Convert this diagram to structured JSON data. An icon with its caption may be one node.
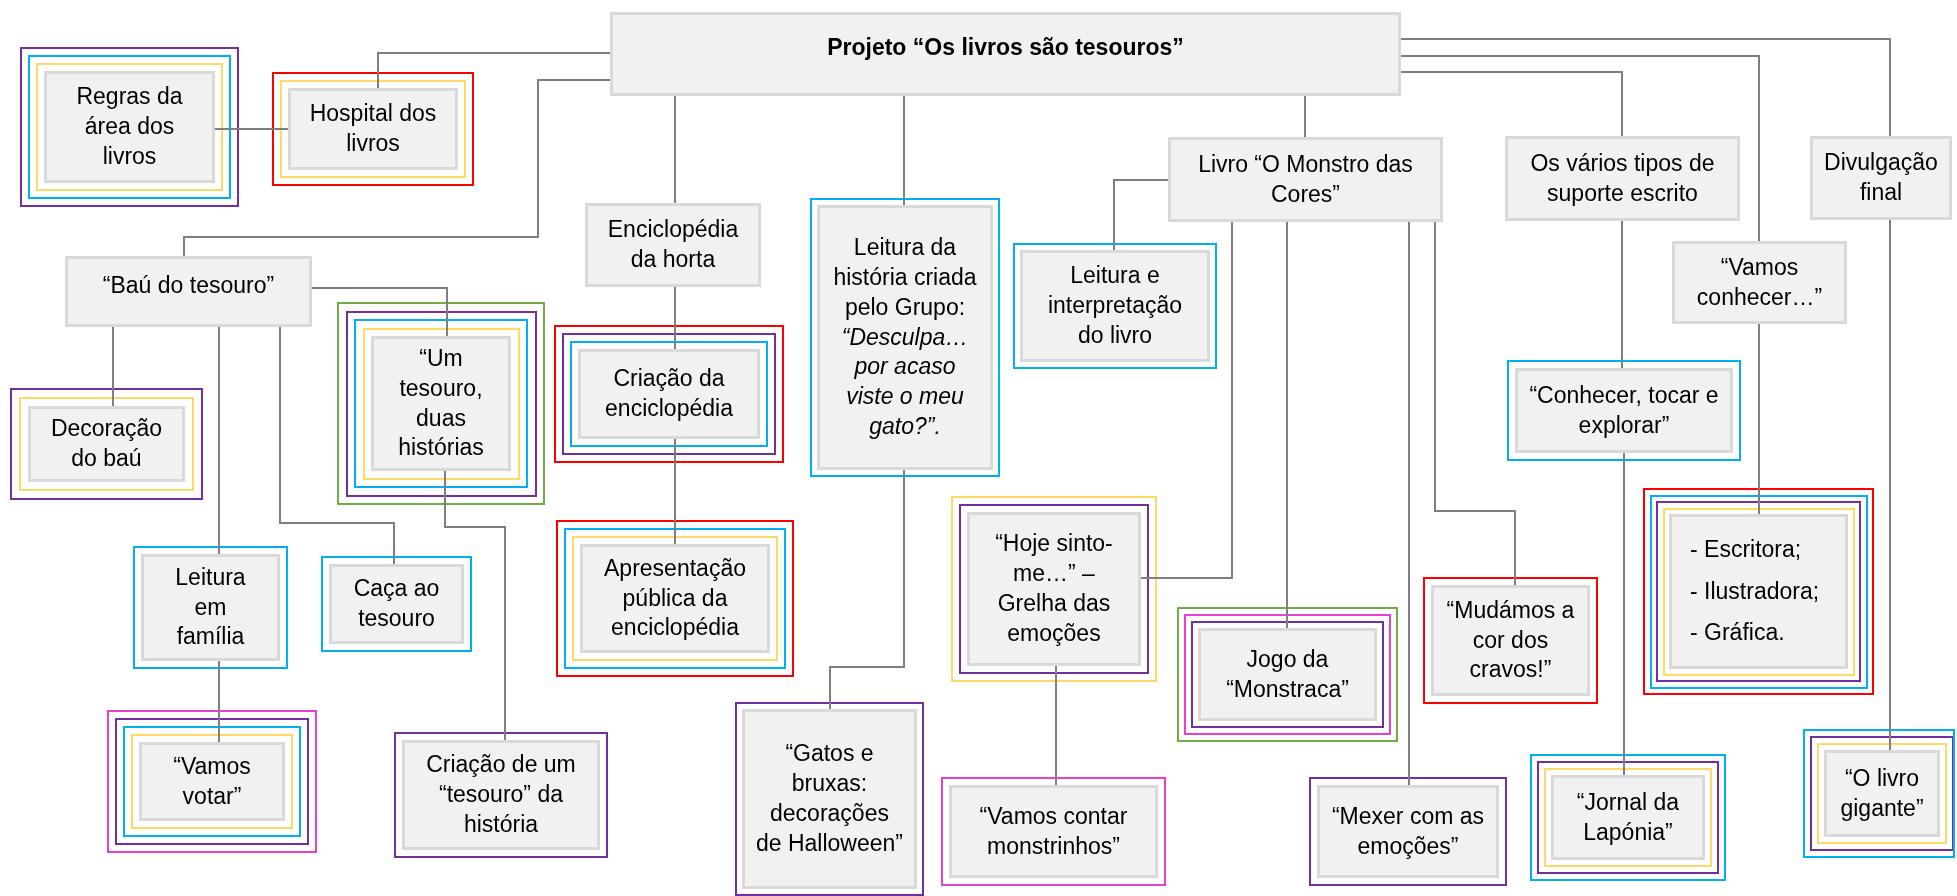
{
  "diagram": {
    "nodes": [
      {
        "text": [
          "Projeto “Os livros são tesouros”"
        ]
      },
      {
        "text": [
          "Regras da área dos livros"
        ]
      },
      {
        "text": [
          "Hospital dos livros"
        ]
      },
      {
        "text": [
          "“Baú do tesouro”"
        ]
      },
      {
        "text": [
          "Enciclopédia da horta"
        ]
      },
      {
        "text": [
          "Leitura da história criada pelo Grupo: *“Desculpa… por acaso viste o meu gato?”.*"
        ]
      },
      {
        "text": [
          "Livro “O Monstro das Cores”"
        ]
      },
      {
        "text": [
          "Os vários tipos de suporte escrito"
        ]
      },
      {
        "text": [
          "Divulgação final"
        ]
      },
      {
        "text": [
          "“Vamos conhecer…”"
        ]
      },
      {
        "text": [
          "Leitura e interpretação do livro"
        ]
      },
      {
        "text": [
          "Decoração do baú"
        ]
      },
      {
        "text": [
          "“Um tesouro, duas histórias"
        ]
      },
      {
        "text": [
          "Criação da enciclopédia"
        ]
      },
      {
        "text": [
          "Apresentação pública da enciclopédia"
        ]
      },
      {
        "text": [
          "Leitura em família"
        ]
      },
      {
        "text": [
          "Caça ao tesouro"
        ]
      },
      {
        "text": [
          "“Vamos votar”"
        ]
      },
      {
        "text": [
          "Criação de um “tesouro” da história"
        ]
      },
      {
        "text": [
          "“Gatos e bruxas: decorações de Halloween”"
        ]
      },
      {
        "text": [
          "“Hoje sinto-me…” – Grelha das emoções"
        ]
      },
      {
        "text": [
          "“Vamos contar monstrinhos”"
        ]
      },
      {
        "text": [
          "Jogo da “Monstraca”"
        ]
      },
      {
        "text": [
          "“Mudámos a cor dos cravos!”"
        ]
      },
      {
        "text": [
          "“Mexer com as emoções”"
        ]
      },
      {
        "text": [
          "- Escritora;",
          "- Ilustradora;",
          "- Gráfica."
        ]
      },
      {
        "text": [
          "“Conhecer, tocar e explorar”"
        ]
      },
      {
        "text": [
          "“Jornal da Lapónia”"
        ]
      },
      {
        "text": [
          "“O livro gigante”"
        ]
      }
    ],
    "edges": [
      {
        "from": 0,
        "to": 2,
        "arrow": "none"
      },
      {
        "from": 1,
        "to": 2,
        "arrow": "none"
      },
      {
        "from": 0,
        "to": 3,
        "arrow": "none"
      },
      {
        "from": 0,
        "to": 4,
        "arrow": "none"
      },
      {
        "from": 0,
        "to": 5,
        "arrow": "none"
      },
      {
        "from": 0,
        "to": 6,
        "arrow": "none"
      },
      {
        "from": 0,
        "to": 7,
        "arrow": "none"
      },
      {
        "from": 0,
        "to": 8,
        "arrow": "none"
      },
      {
        "from": 0,
        "to": 9,
        "arrow": "none"
      },
      {
        "from": 6,
        "to": 10,
        "arrow": "none"
      },
      {
        "from": 3,
        "to": 11,
        "arrow": "none"
      },
      {
        "from": 3,
        "to": 12,
        "arrow": "none"
      },
      {
        "from": 4,
        "to": 13,
        "arrow": "none"
      },
      {
        "from": 13,
        "to": 14,
        "arrow": "none"
      },
      {
        "from": 3,
        "to": 15,
        "arrow": "none"
      },
      {
        "from": 3,
        "to": 16,
        "arrow": "none"
      },
      {
        "from": 15,
        "to": 17,
        "arrow": "none"
      },
      {
        "from": 12,
        "to": 18,
        "arrow": "none"
      },
      {
        "from": 5,
        "to": 19,
        "arrow": "none"
      },
      {
        "from": 6,
        "to": 20,
        "arrow": "none"
      },
      {
        "from": 20,
        "to": 21,
        "arrow": "none"
      },
      {
        "from": 6,
        "to": 22,
        "arrow": "none"
      },
      {
        "from": 6,
        "to": 23,
        "arrow": "none"
      },
      {
        "from": 6,
        "to": 24,
        "arrow": "none"
      },
      {
        "from": 9,
        "to": 25,
        "arrow": "none"
      },
      {
        "from": 7,
        "to": 26,
        "arrow": "none"
      },
      {
        "from": 26,
        "to": 27,
        "arrow": "none"
      },
      {
        "from": 8,
        "to": 28,
        "arrow": "none"
      }
    ]
  }
}
